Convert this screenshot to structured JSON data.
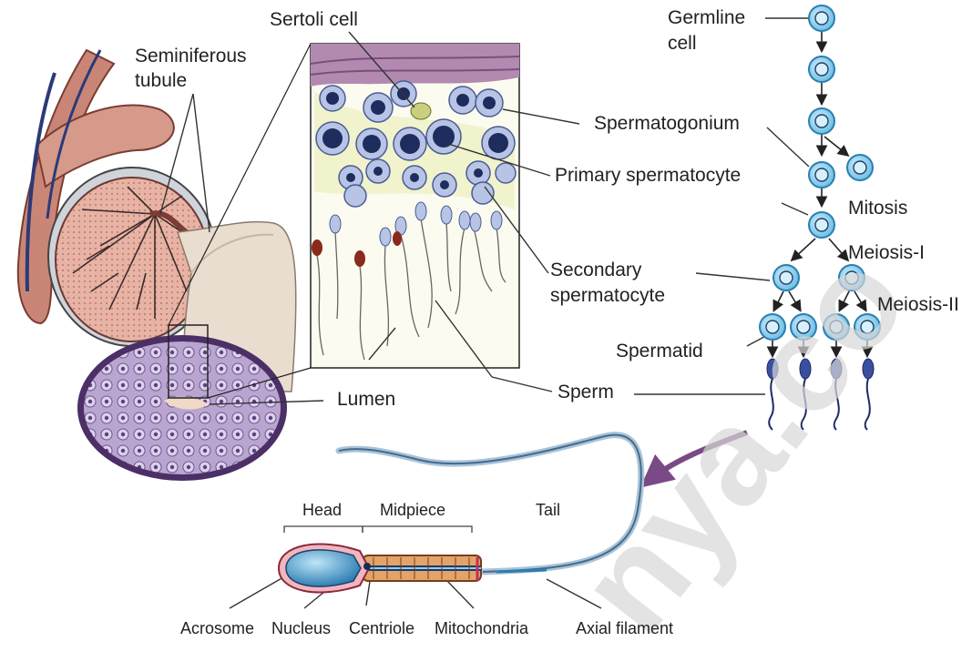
{
  "labels": {
    "sertoli": "Sertoli cell",
    "seminiferous": "Seminiferous",
    "tubule": "tubule",
    "germline": "Germline",
    "germline2": "cell",
    "spermatogonium": "Spermatogonium",
    "primary": "Primary spermatocyte",
    "mitosis": "Mitosis",
    "meiosis1": "Meiosis-I",
    "meiosis2": "Meiosis-II",
    "secondary1": "Secondary",
    "secondary2": "spermatocyte",
    "spermatid": "Spermatid",
    "sperm": "Sperm",
    "lumen": "Lumen",
    "head": "Head",
    "midpiece": "Midpiece",
    "tail": "Tail",
    "acrosome": "Acrosome",
    "nucleus": "Nucleus",
    "centriole": "Centriole",
    "mitochondria": "Mitochondria",
    "axial": "Axial filament"
  },
  "watermark": "nya.co",
  "colors": {
    "cell_fill": "#8fd0ee",
    "cell_stroke": "#2a7fb0",
    "sperm_head": "#3a4fa0",
    "arrow_purple": "#7a4a86",
    "tubule_purple": "#5e3f7a",
    "testis_pink": "#d79b8c"
  }
}
